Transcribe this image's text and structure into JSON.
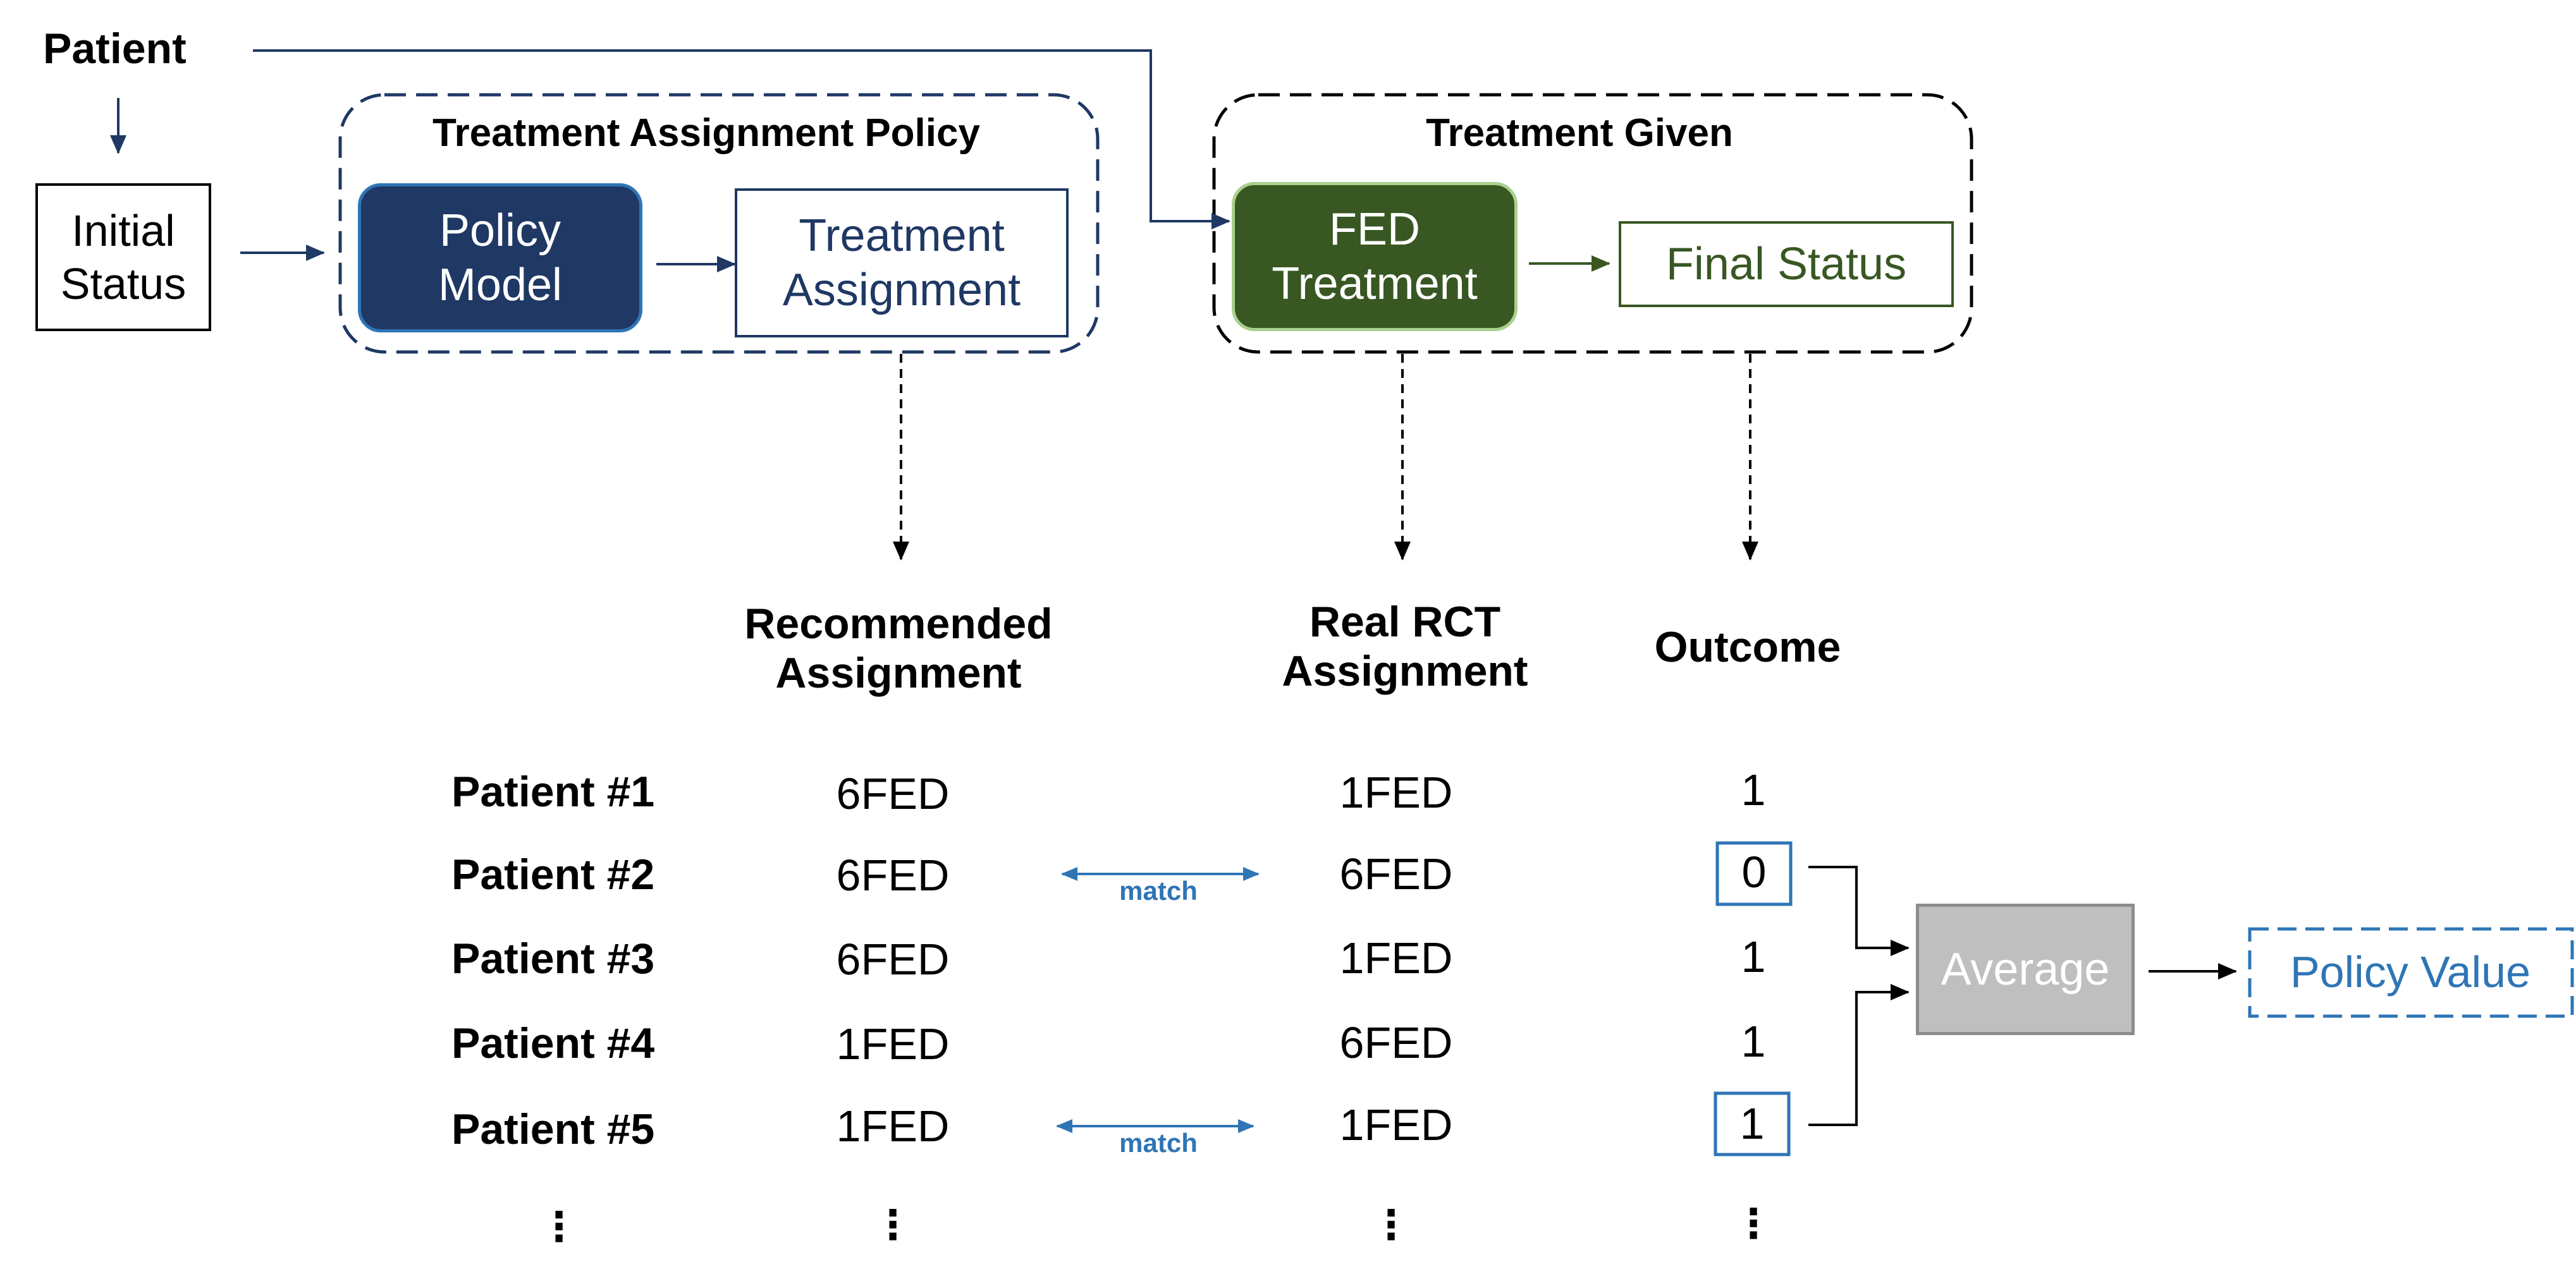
{
  "colors": {
    "navy": "#1F3864",
    "navy_text": "#1F3864",
    "green_dark": "#385723",
    "green_light": "#A9D18E",
    "blue_accent": "#2E75B6",
    "gray_box": "#BFBFBF",
    "black": "#000000"
  },
  "top": {
    "patient_label": "Patient",
    "initial_status": "Initial\nStatus",
    "policy_group_title": "Treatment Assignment Policy",
    "policy_model": "Policy\nModel",
    "treatment_assignment": "Treatment\nAssignment",
    "given_group_title": "Treatment Given",
    "fed_treatment": "FED\nTreatment",
    "final_status": "Final Status"
  },
  "columns": {
    "recommended": "Recommended\nAssignment",
    "real": "Real RCT\nAssignment",
    "outcome": "Outcome"
  },
  "rows": [
    {
      "patient": "Patient #1",
      "recommended": "6FED",
      "real": "1FED",
      "outcome": "1",
      "match": false,
      "highlight": false
    },
    {
      "patient": "Patient #2",
      "recommended": "6FED",
      "real": "6FED",
      "outcome": "0",
      "match": true,
      "highlight": true
    },
    {
      "patient": "Patient #3",
      "recommended": "6FED",
      "real": "1FED",
      "outcome": "1",
      "match": false,
      "highlight": false
    },
    {
      "patient": "Patient #4",
      "recommended": "1FED",
      "real": "6FED",
      "outcome": "1",
      "match": false,
      "highlight": false
    },
    {
      "patient": "Patient #5",
      "recommended": "1FED",
      "real": "1FED",
      "outcome": "1",
      "match": true,
      "highlight": true
    }
  ],
  "match_label": "match",
  "ellipsis": "⋮",
  "average_label": "Average",
  "policy_value_label": "Policy Value"
}
